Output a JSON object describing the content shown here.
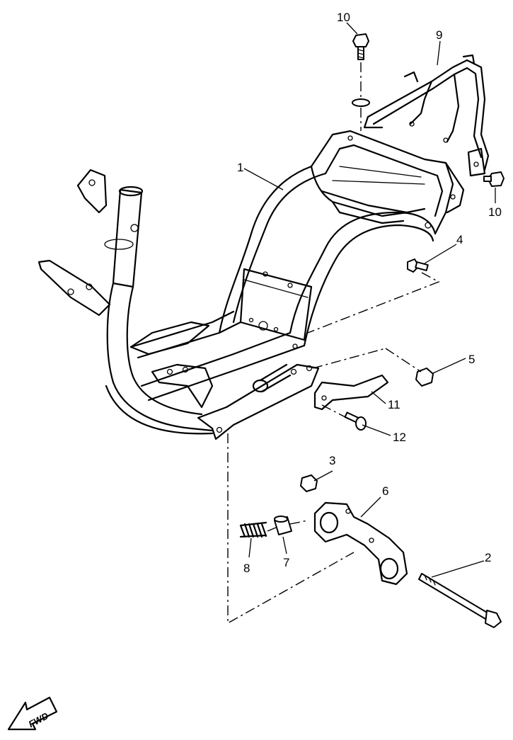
{
  "callouts": {
    "p1": "1",
    "p2": "2",
    "p3": "3",
    "p4": "4",
    "p5": "5",
    "p6": "6",
    "p7": "7",
    "p8": "8",
    "p9": "9",
    "p10_top": "10",
    "p10_right": "10",
    "p11": "11",
    "p12": "12"
  },
  "direction_arrow": {
    "label": "FWD",
    "icon": "forward-arrow-icon"
  }
}
